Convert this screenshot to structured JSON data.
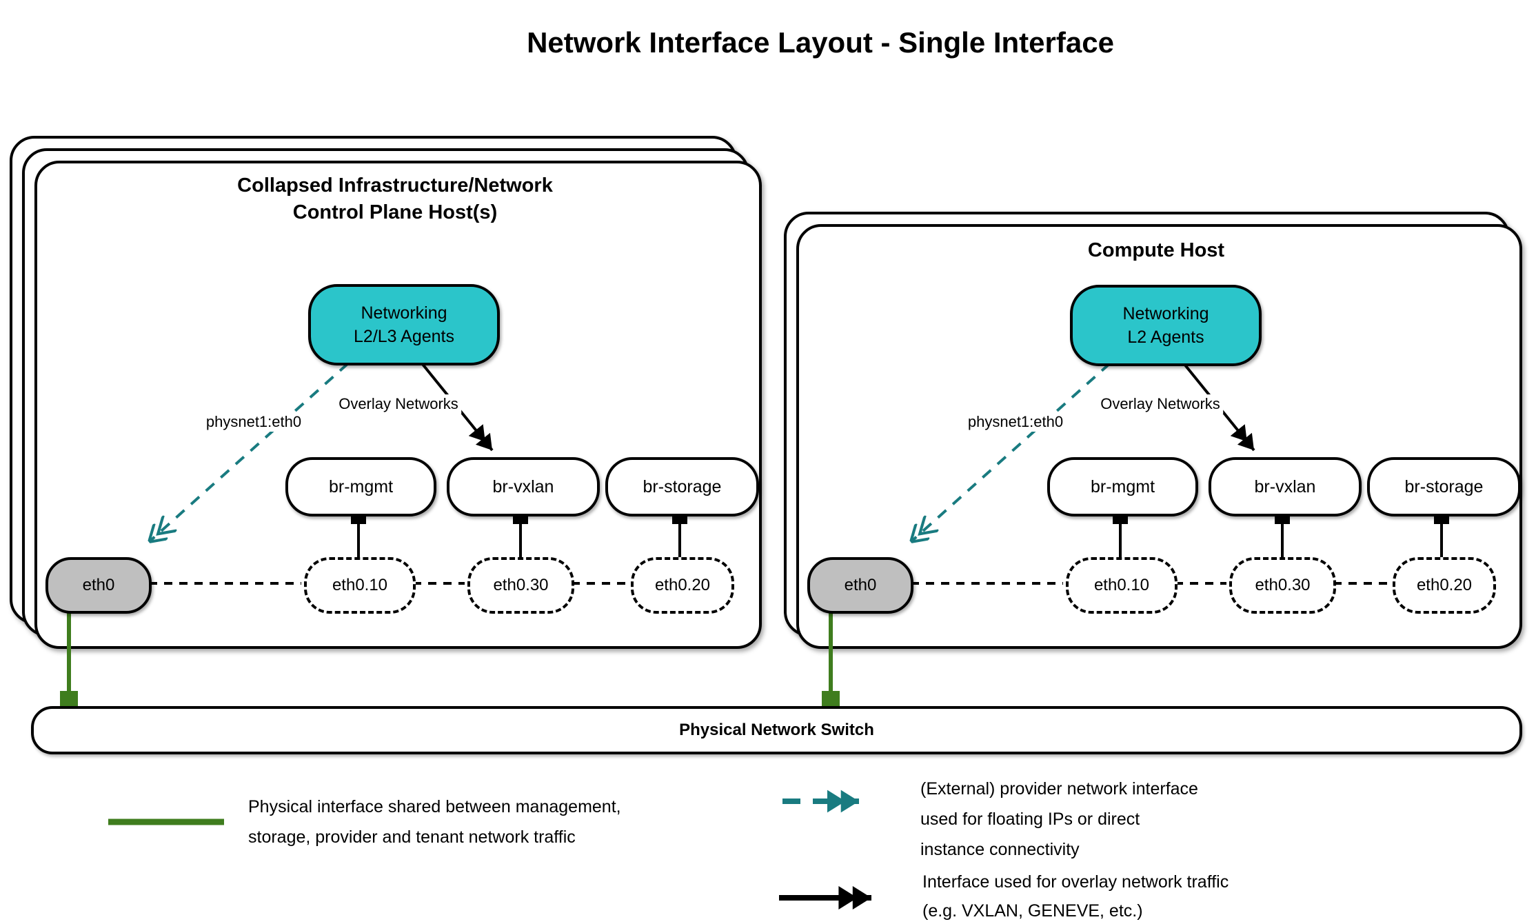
{
  "title": "Network Interface Layout - Single Interface",
  "colors": {
    "agent_fill": "#2BC5CA",
    "provider_line": "#197B80",
    "physical_line_green": "#3F7D1E",
    "physical_interface_fill": "#BFBFBF",
    "line_black": "#000000"
  },
  "hosts": [
    {
      "title_line1": "Collapsed Infrastructure/Network",
      "title_line2": "Control Plane Host(s)",
      "agent": {
        "line1": "Networking",
        "line2": "L2/L3 Agents"
      },
      "labels": {
        "provider": "physnet1:eth0",
        "overlay": "Overlay Networks"
      },
      "bridges": [
        "br-mgmt",
        "br-vxlan",
        "br-storage"
      ],
      "interfaces": {
        "physical": "eth0",
        "vlans": [
          "eth0.10",
          "eth0.30",
          "eth0.20"
        ]
      },
      "stack_layers": 3
    },
    {
      "title_line1": "Compute Host",
      "agent": {
        "line1": "Networking",
        "line2": "L2 Agents"
      },
      "labels": {
        "provider": "physnet1:eth0",
        "overlay": "Overlay Networks"
      },
      "bridges": [
        "br-mgmt",
        "br-vxlan",
        "br-storage"
      ],
      "interfaces": {
        "physical": "eth0",
        "vlans": [
          "eth0.10",
          "eth0.30",
          "eth0.20"
        ]
      },
      "stack_layers": 2
    }
  ],
  "switch": {
    "label": "Physical Network Switch"
  },
  "legend": {
    "items": [
      {
        "swatch": "green-solid-line",
        "lines": [
          "Physical interface shared between management,",
          "storage, provider and tenant network traffic"
        ]
      },
      {
        "swatch": "teal-dashed-double-arrow",
        "lines": [
          "(External) provider network interface",
          "used for floating IPs or direct",
          "instance connectivity"
        ]
      },
      {
        "swatch": "black-solid-double-arrow",
        "lines": [
          "Interface used for overlay network traffic",
          "(e.g. VXLAN, GENEVE, etc.)"
        ]
      }
    ]
  }
}
